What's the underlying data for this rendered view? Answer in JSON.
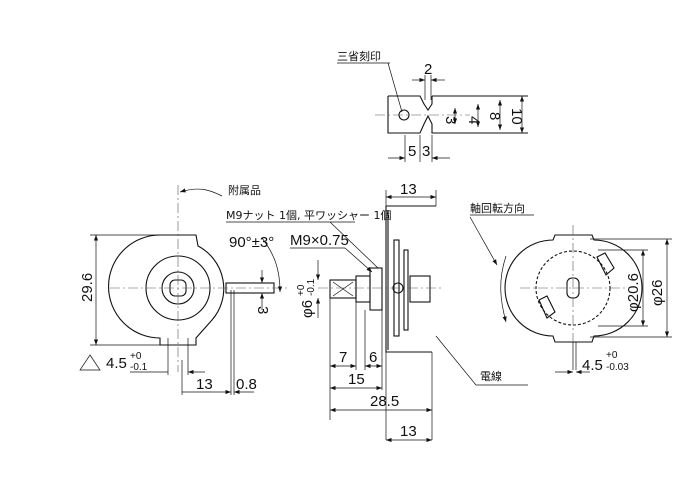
{
  "detail": {
    "marking_label": "三省刻印",
    "dim_slot_width": "2",
    "dim_3": "3",
    "dim_4": "4",
    "dim_8": "8",
    "dim_10": "10",
    "dim_5": "5",
    "dim_3b": "3"
  },
  "left_view": {
    "accessories_label": "附属品",
    "accessories_detail": "M9ナット 1個, 平ワッシャー 1個",
    "angle": "90°±3°",
    "dim_height": "29.6",
    "dim_3": "3",
    "terminal_dim": "4.5",
    "terminal_tol_plus": "+0",
    "terminal_tol_minus": "-0.1",
    "dim_13": "13",
    "dim_08": "0.8"
  },
  "side_view": {
    "thread": "M9×0.75",
    "shaft_dia": "φ6",
    "shaft_tol_plus": "+0",
    "shaft_tol_minus": "-0.1",
    "dim_top_13": "13",
    "dim_7": "7",
    "dim_6": "6",
    "dim_15": "15",
    "dim_285": "28.5",
    "dim_bottom_13": "13",
    "wire_label": "電線"
  },
  "right_view": {
    "rotation_label": "軸回転方向",
    "dia_inner": "φ20.6",
    "dia_outer": "φ26",
    "tab_dim": "4.5",
    "tab_tol_plus": "+0",
    "tab_tol_minus": "-0.03"
  }
}
